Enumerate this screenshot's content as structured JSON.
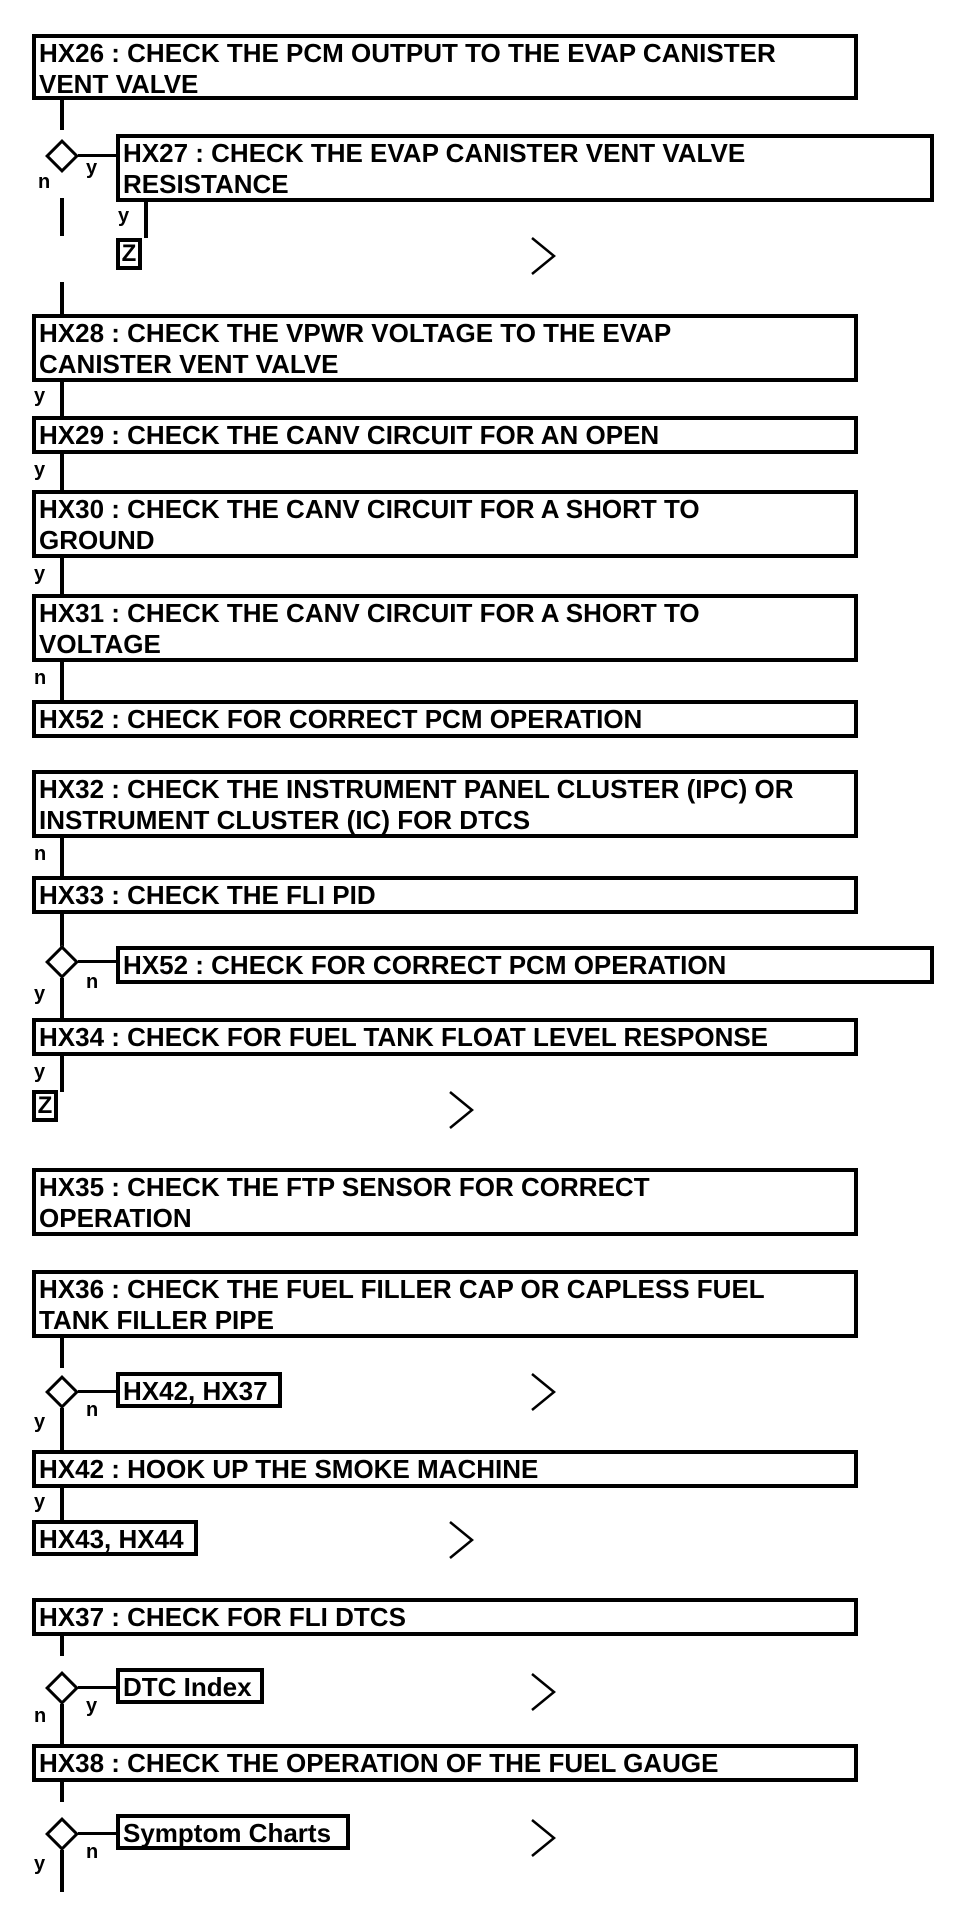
{
  "steps": {
    "hx26": "HX26 : CHECK THE PCM OUTPUT TO THE EVAP CANISTER VENT VALVE",
    "hx27": "HX27 : CHECK THE EVAP CANISTER VENT VALVE RESISTANCE",
    "hx28": "HX28 : CHECK THE VPWR VOLTAGE TO THE EVAP CANISTER VENT VALVE",
    "hx29": "HX29 : CHECK THE CANV CIRCUIT FOR AN OPEN",
    "hx30": "HX30 : CHECK THE CANV CIRCUIT FOR A SHORT TO GROUND",
    "hx31": "HX31 : CHECK THE CANV CIRCUIT FOR A SHORT TO VOLTAGE",
    "hx52a": "HX52 : CHECK FOR CORRECT PCM OPERATION",
    "hx32": "HX32 : CHECK THE INSTRUMENT PANEL CLUSTER (IPC) OR INSTRUMENT CLUSTER (IC) FOR DTCS",
    "hx33": "HX33 : CHECK THE FLI PID",
    "hx52b": "HX52 : CHECK FOR CORRECT PCM OPERATION",
    "hx34": "HX34 : CHECK FOR FUEL TANK FLOAT LEVEL RESPONSE",
    "hx35": "HX35 : CHECK THE FTP SENSOR FOR CORRECT OPERATION",
    "hx36": "HX36 : CHECK THE FUEL FILLER CAP OR CAPLESS FUEL TANK FILLER PIPE",
    "hx42_hx37": "HX42, HX37",
    "hx42": "HX42 : HOOK UP THE SMOKE MACHINE",
    "hx43_hx44": "HX43, HX44",
    "hx37": "HX37 : CHECK FOR FLI DTCS",
    "dtc_index": "DTC Index",
    "hx38": "HX38 : CHECK THE OPERATION OF THE FUEL GAUGE",
    "symptom_charts": "Symptom Charts"
  },
  "lines": {
    "hx26": [
      "HX26 : CHECK THE PCM OUTPUT TO THE EVAP CANISTER",
      "VENT VALVE"
    ],
    "hx27": [
      "HX27 : CHECK THE EVAP CANISTER VENT VALVE",
      "RESISTANCE"
    ],
    "hx28": [
      "HX28 : CHECK THE VPWR VOLTAGE TO THE EVAP",
      "CANISTER VENT VALVE"
    ],
    "hx30": [
      "HX30 : CHECK THE CANV CIRCUIT FOR A SHORT TO",
      "GROUND"
    ],
    "hx31": [
      "HX31 : CHECK THE CANV CIRCUIT FOR A SHORT TO",
      "VOLTAGE"
    ],
    "hx32": [
      "HX32 : CHECK THE INSTRUMENT PANEL CLUSTER (IPC) OR",
      "INSTRUMENT CLUSTER (IC) FOR DTCS"
    ],
    "hx35": [
      "HX35 : CHECK THE FTP SENSOR FOR CORRECT",
      "OPERATION"
    ],
    "hx36": [
      "HX36 : CHECK THE FUEL FILLER CAP OR CAPLESS FUEL",
      "TANK FILLER PIPE"
    ]
  },
  "labels": {
    "y": "y",
    "n": "n",
    "z": "Z"
  }
}
